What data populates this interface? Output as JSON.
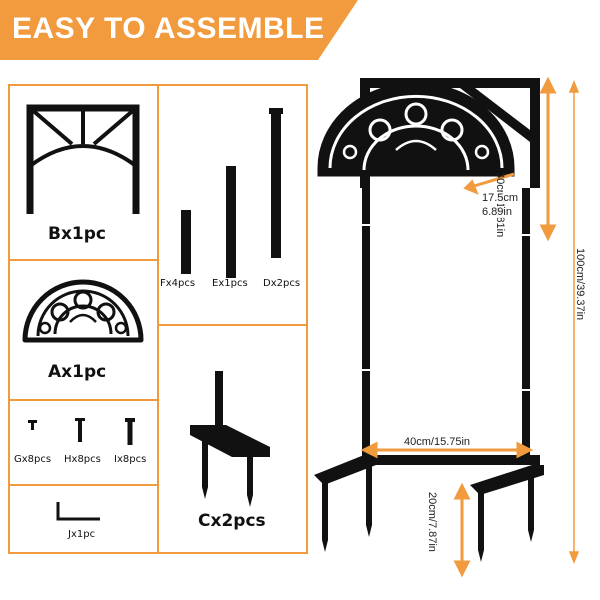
{
  "banner": {
    "title": "EASY TO ASSEMBLE"
  },
  "colors": {
    "accent": "#f19a3e",
    "metal": "#111111"
  },
  "parts": {
    "b": {
      "label": "Bx1pc"
    },
    "a": {
      "label": "Ax1pc"
    },
    "f": {
      "label": "Fx4pcs"
    },
    "e": {
      "label": "Ex1pcs"
    },
    "d": {
      "label": "Dx2pcs"
    },
    "g": {
      "label": "Gx8pcs"
    },
    "h": {
      "label": "Hx8pcs"
    },
    "i": {
      "label": "Ix8pcs"
    },
    "j": {
      "label": "Jx1pc"
    },
    "c": {
      "label": "Cx2pcs"
    }
  },
  "dimensions": {
    "top_height": "30cm/11.81in",
    "depth_cm": "17.5cm",
    "depth_in": "6.89in",
    "total_height": "100cm/39.37in",
    "width": "40cm/15.75in",
    "stake_height": "20cm/7.87in"
  }
}
